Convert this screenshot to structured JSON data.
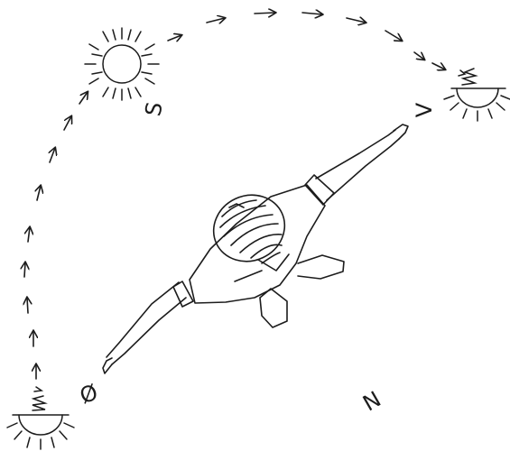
{
  "figure": {
    "compass_labels": {
      "south": "S",
      "west": "V",
      "east": "Ø",
      "north": "N"
    },
    "ink_color": "#1c1c1c",
    "background_color": "#ffffff",
    "icons": [
      "sunrise-icon",
      "noon-sun-icon",
      "sunset-icon",
      "person-top-view-icon",
      "dashed-sun-path-arrow"
    ]
  }
}
